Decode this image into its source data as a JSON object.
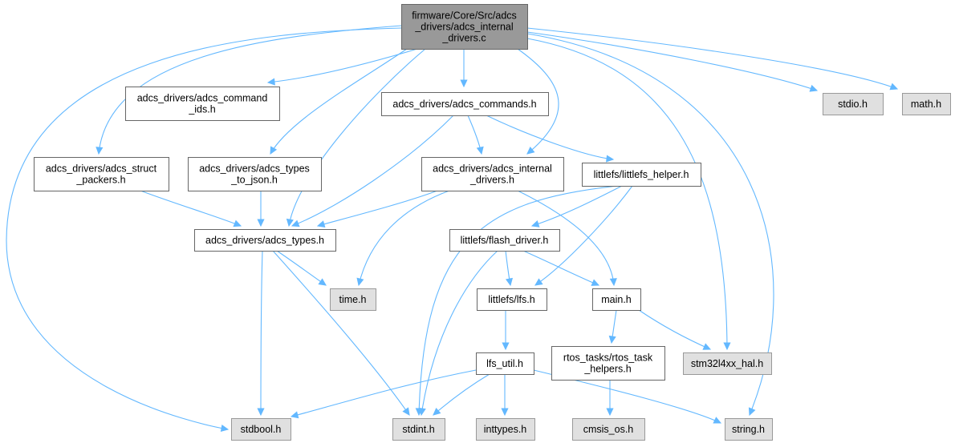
{
  "colors": {
    "edge": "#63b8ff",
    "root_fill": "#999999",
    "root_border": "#666666",
    "header_fill": "#ffffff",
    "header_border": "#666666",
    "system_fill": "#e0e0e0",
    "system_border": "#999999"
  },
  "nodes": [
    {
      "id": "root",
      "kind": "root",
      "lines": [
        "firmware/Core/Src/adcs",
        "_drivers/adcs_internal",
        "_drivers.c"
      ]
    },
    {
      "id": "cmd_ids",
      "kind": "header",
      "lines": [
        "adcs_drivers/adcs_command",
        "_ids.h"
      ]
    },
    {
      "id": "commands",
      "kind": "header",
      "lines": [
        "adcs_drivers/adcs_commands.h"
      ]
    },
    {
      "id": "stdio",
      "kind": "system",
      "lines": [
        "stdio.h"
      ]
    },
    {
      "id": "math",
      "kind": "system",
      "lines": [
        "math.h"
      ]
    },
    {
      "id": "struct_packers",
      "kind": "header",
      "lines": [
        "adcs_drivers/adcs_struct",
        "_packers.h"
      ]
    },
    {
      "id": "types_json",
      "kind": "header",
      "lines": [
        "adcs_drivers/adcs_types",
        "_to_json.h"
      ]
    },
    {
      "id": "internal_h",
      "kind": "header",
      "lines": [
        "adcs_drivers/adcs_internal",
        "_drivers.h"
      ]
    },
    {
      "id": "lfs_helper",
      "kind": "header",
      "lines": [
        "littlefs/littlefs_helper.h"
      ]
    },
    {
      "id": "types",
      "kind": "header",
      "lines": [
        "adcs_drivers/adcs_types.h"
      ]
    },
    {
      "id": "flash_driver",
      "kind": "header",
      "lines": [
        "littlefs/flash_driver.h"
      ]
    },
    {
      "id": "time",
      "kind": "system",
      "lines": [
        "time.h"
      ]
    },
    {
      "id": "lfs",
      "kind": "header",
      "lines": [
        "littlefs/lfs.h"
      ]
    },
    {
      "id": "main",
      "kind": "header",
      "lines": [
        "main.h"
      ]
    },
    {
      "id": "lfs_util",
      "kind": "header",
      "lines": [
        "lfs_util.h"
      ]
    },
    {
      "id": "rtos_helpers",
      "kind": "header",
      "lines": [
        "rtos_tasks/rtos_task",
        "_helpers.h"
      ]
    },
    {
      "id": "hal",
      "kind": "system",
      "lines": [
        "stm32l4xx_hal.h"
      ]
    },
    {
      "id": "stdbool",
      "kind": "system",
      "lines": [
        "stdbool.h"
      ]
    },
    {
      "id": "stdint",
      "kind": "system",
      "lines": [
        "stdint.h"
      ]
    },
    {
      "id": "inttypes",
      "kind": "system",
      "lines": [
        "inttypes.h"
      ]
    },
    {
      "id": "cmsis",
      "kind": "system",
      "lines": [
        "cmsis_os.h"
      ]
    },
    {
      "id": "string",
      "kind": "system",
      "lines": [
        "string.h"
      ]
    }
  ],
  "edges": [
    {
      "from": "root",
      "to": "cmd_ids"
    },
    {
      "from": "root",
      "to": "commands"
    },
    {
      "from": "root",
      "to": "stdio"
    },
    {
      "from": "root",
      "to": "math"
    },
    {
      "from": "root",
      "to": "struct_packers"
    },
    {
      "from": "root",
      "to": "types_json"
    },
    {
      "from": "root",
      "to": "internal_h"
    },
    {
      "from": "root",
      "to": "types"
    },
    {
      "from": "root",
      "to": "hal"
    },
    {
      "from": "root",
      "to": "string"
    },
    {
      "from": "root",
      "to": "stdbool"
    },
    {
      "from": "commands",
      "to": "types"
    },
    {
      "from": "commands",
      "to": "internal_h"
    },
    {
      "from": "commands",
      "to": "lfs_helper"
    },
    {
      "from": "struct_packers",
      "to": "types"
    },
    {
      "from": "types_json",
      "to": "types"
    },
    {
      "from": "internal_h",
      "to": "types"
    },
    {
      "from": "internal_h",
      "to": "time"
    },
    {
      "from": "internal_h",
      "to": "main"
    },
    {
      "from": "lfs_helper",
      "to": "flash_driver"
    },
    {
      "from": "lfs_helper",
      "to": "lfs"
    },
    {
      "from": "lfs_helper",
      "to": "stdint"
    },
    {
      "from": "types",
      "to": "time"
    },
    {
      "from": "types",
      "to": "stdbool"
    },
    {
      "from": "types",
      "to": "stdint"
    },
    {
      "from": "flash_driver",
      "to": "lfs"
    },
    {
      "from": "flash_driver",
      "to": "main"
    },
    {
      "from": "flash_driver",
      "to": "stdint"
    },
    {
      "from": "lfs",
      "to": "lfs_util"
    },
    {
      "from": "main",
      "to": "rtos_helpers"
    },
    {
      "from": "main",
      "to": "hal"
    },
    {
      "from": "rtos_helpers",
      "to": "cmsis"
    },
    {
      "from": "lfs_util",
      "to": "stdbool"
    },
    {
      "from": "lfs_util",
      "to": "stdint"
    },
    {
      "from": "lfs_util",
      "to": "inttypes"
    },
    {
      "from": "lfs_util",
      "to": "string"
    }
  ]
}
